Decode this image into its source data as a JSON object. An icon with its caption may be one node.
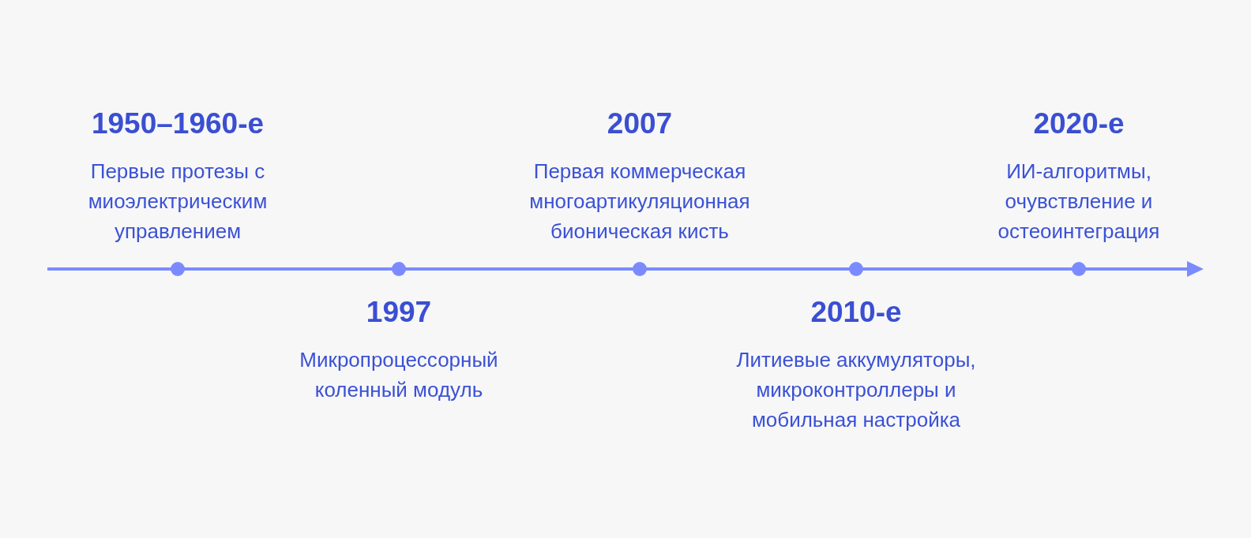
{
  "diagram": {
    "nodes": [
      {
        "text": [
          "1950–1960-е",
          "Первые протезы с миоэлектрическим управлением"
        ]
      },
      {
        "text": [
          "1997",
          "Микропроцессорный коленный модуль"
        ]
      },
      {
        "text": [
          "2007",
          "Первая коммерческая многоартикуляционная бионическая кисть"
        ]
      },
      {
        "text": [
          "2010-е",
          "Литиевые аккумуляторы, микроконтроллеры и мобильная настройка"
        ]
      },
      {
        "text": [
          "2020-е",
          "ИИ-алгоритмы, очувствление и остеоинтеграция"
        ]
      }
    ]
  }
}
